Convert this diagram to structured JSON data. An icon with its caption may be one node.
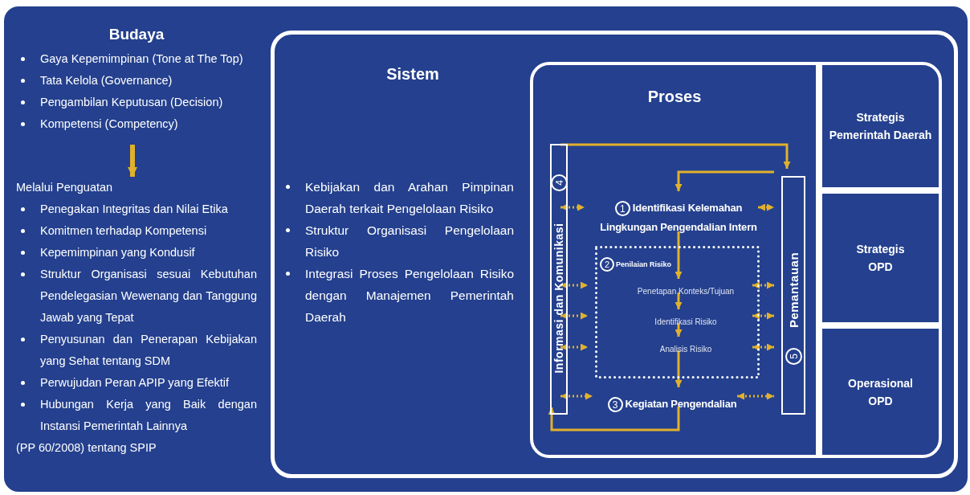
{
  "diagram": {
    "nodes": [
      {
        "text": [
          "Budaya",
          "Gaya Kepemimpinan (Tone at The Top)",
          "Tata Kelola (Governance)",
          "Pengambilan Keputusan (Decision)",
          "Kompetensi (Competency)"
        ]
      },
      {
        "text": [
          "Melalui Penguatan",
          "Penegakan Integritas dan Nilai Etika",
          "Komitmen terhadap Kompetensi",
          "Kepemimpinan yang Kondusif",
          "Struktur Organisasi sesuai Kebutuhan Pendelegasian Wewenang dan Tanggung Jawab yang Tepat",
          "Penyusunan dan Penerapan Kebijakan yang Sehat tentang SDM",
          "Perwujudan Peran APIP yang Efektif",
          "Hubungan Kerja yang Baik dengan Instansi Pemerintah Lainnya"
        ],
        "beside": [
          "(PP 60/2008) tentang SPIP"
        ]
      },
      {
        "text": [
          "Sistem",
          "Kebijakan dan Arahan Pimpinan Daerah terkait Pengelolaan Risiko",
          "Struktur Organisasi Pengelolaan Risiko",
          "Integrasi Proses Pengelolaan Risiko dengan Manajemen Pemerintah Daerah"
        ]
      },
      {
        "text": [
          "Proses"
        ],
        "in": 2
      },
      {
        "text": [
          "4",
          "Informasi dan Komunikasi"
        ],
        "in": 3
      },
      {
        "text": [
          "5",
          "Pemantauan"
        ],
        "in": 3
      },
      {
        "text": [
          "1",
          "Identifikasi Kelemahan Lingkungan Pengendalian Intern"
        ],
        "in": 3
      },
      {
        "text": [],
        "shape": "box",
        "in": 3
      },
      {
        "text": [
          "2",
          "Penilaian Risiko"
        ],
        "in": 7
      },
      {
        "text": [
          "Penetapan Konteks/Tujuan"
        ],
        "in": 7
      },
      {
        "text": [
          "Identifikasi Risiko"
        ],
        "in": 7
      },
      {
        "text": [
          "Analisis Risiko"
        ],
        "in": 7
      },
      {
        "text": [
          "3",
          "Kegiatan Pengendalian"
        ],
        "in": 3
      },
      {
        "text": [
          "Strategis Pemerintah Daerah"
        ],
        "in": 2
      },
      {
        "text": [
          "Strategis OPD"
        ],
        "in": 2
      },
      {
        "text": [
          "Operasional OPD"
        ],
        "in": 2
      }
    ],
    "edges": [
      {
        "from": 0,
        "to": 1,
        "arrow": "to",
        "style": "thick"
      },
      {
        "from": 4,
        "to": 5,
        "arrow": "to"
      },
      {
        "from": 5,
        "to": 6,
        "arrow": "to"
      },
      {
        "from": 6,
        "to": 9,
        "arrow": "to"
      },
      {
        "from": 9,
        "to": 10,
        "arrow": "to"
      },
      {
        "from": 10,
        "to": 11,
        "arrow": "to"
      },
      {
        "from": 11,
        "to": 12,
        "arrow": "to"
      },
      {
        "from": 12,
        "to": 4,
        "arrow": "to"
      },
      {
        "from": 4,
        "to": 6,
        "arrow": "both",
        "style": "dashed"
      },
      {
        "from": 4,
        "to": 7,
        "arrow": "both",
        "style": "dashed"
      },
      {
        "from": 4,
        "to": 7,
        "arrow": "both",
        "style": "dashed"
      },
      {
        "from": 4,
        "to": 7,
        "arrow": "both",
        "style": "dashed"
      },
      {
        "from": 4,
        "to": 12,
        "arrow": "both",
        "style": "dashed"
      },
      {
        "from": 6,
        "to": 5,
        "arrow": "both",
        "style": "dashed"
      },
      {
        "from": 7,
        "to": 5,
        "arrow": "both",
        "style": "dashed"
      },
      {
        "from": 7,
        "to": 5,
        "arrow": "both",
        "style": "dashed"
      },
      {
        "from": 7,
        "to": 5,
        "arrow": "both",
        "style": "dashed"
      },
      {
        "from": 12,
        "to": 5,
        "arrow": "both",
        "style": "dashed"
      }
    ]
  }
}
